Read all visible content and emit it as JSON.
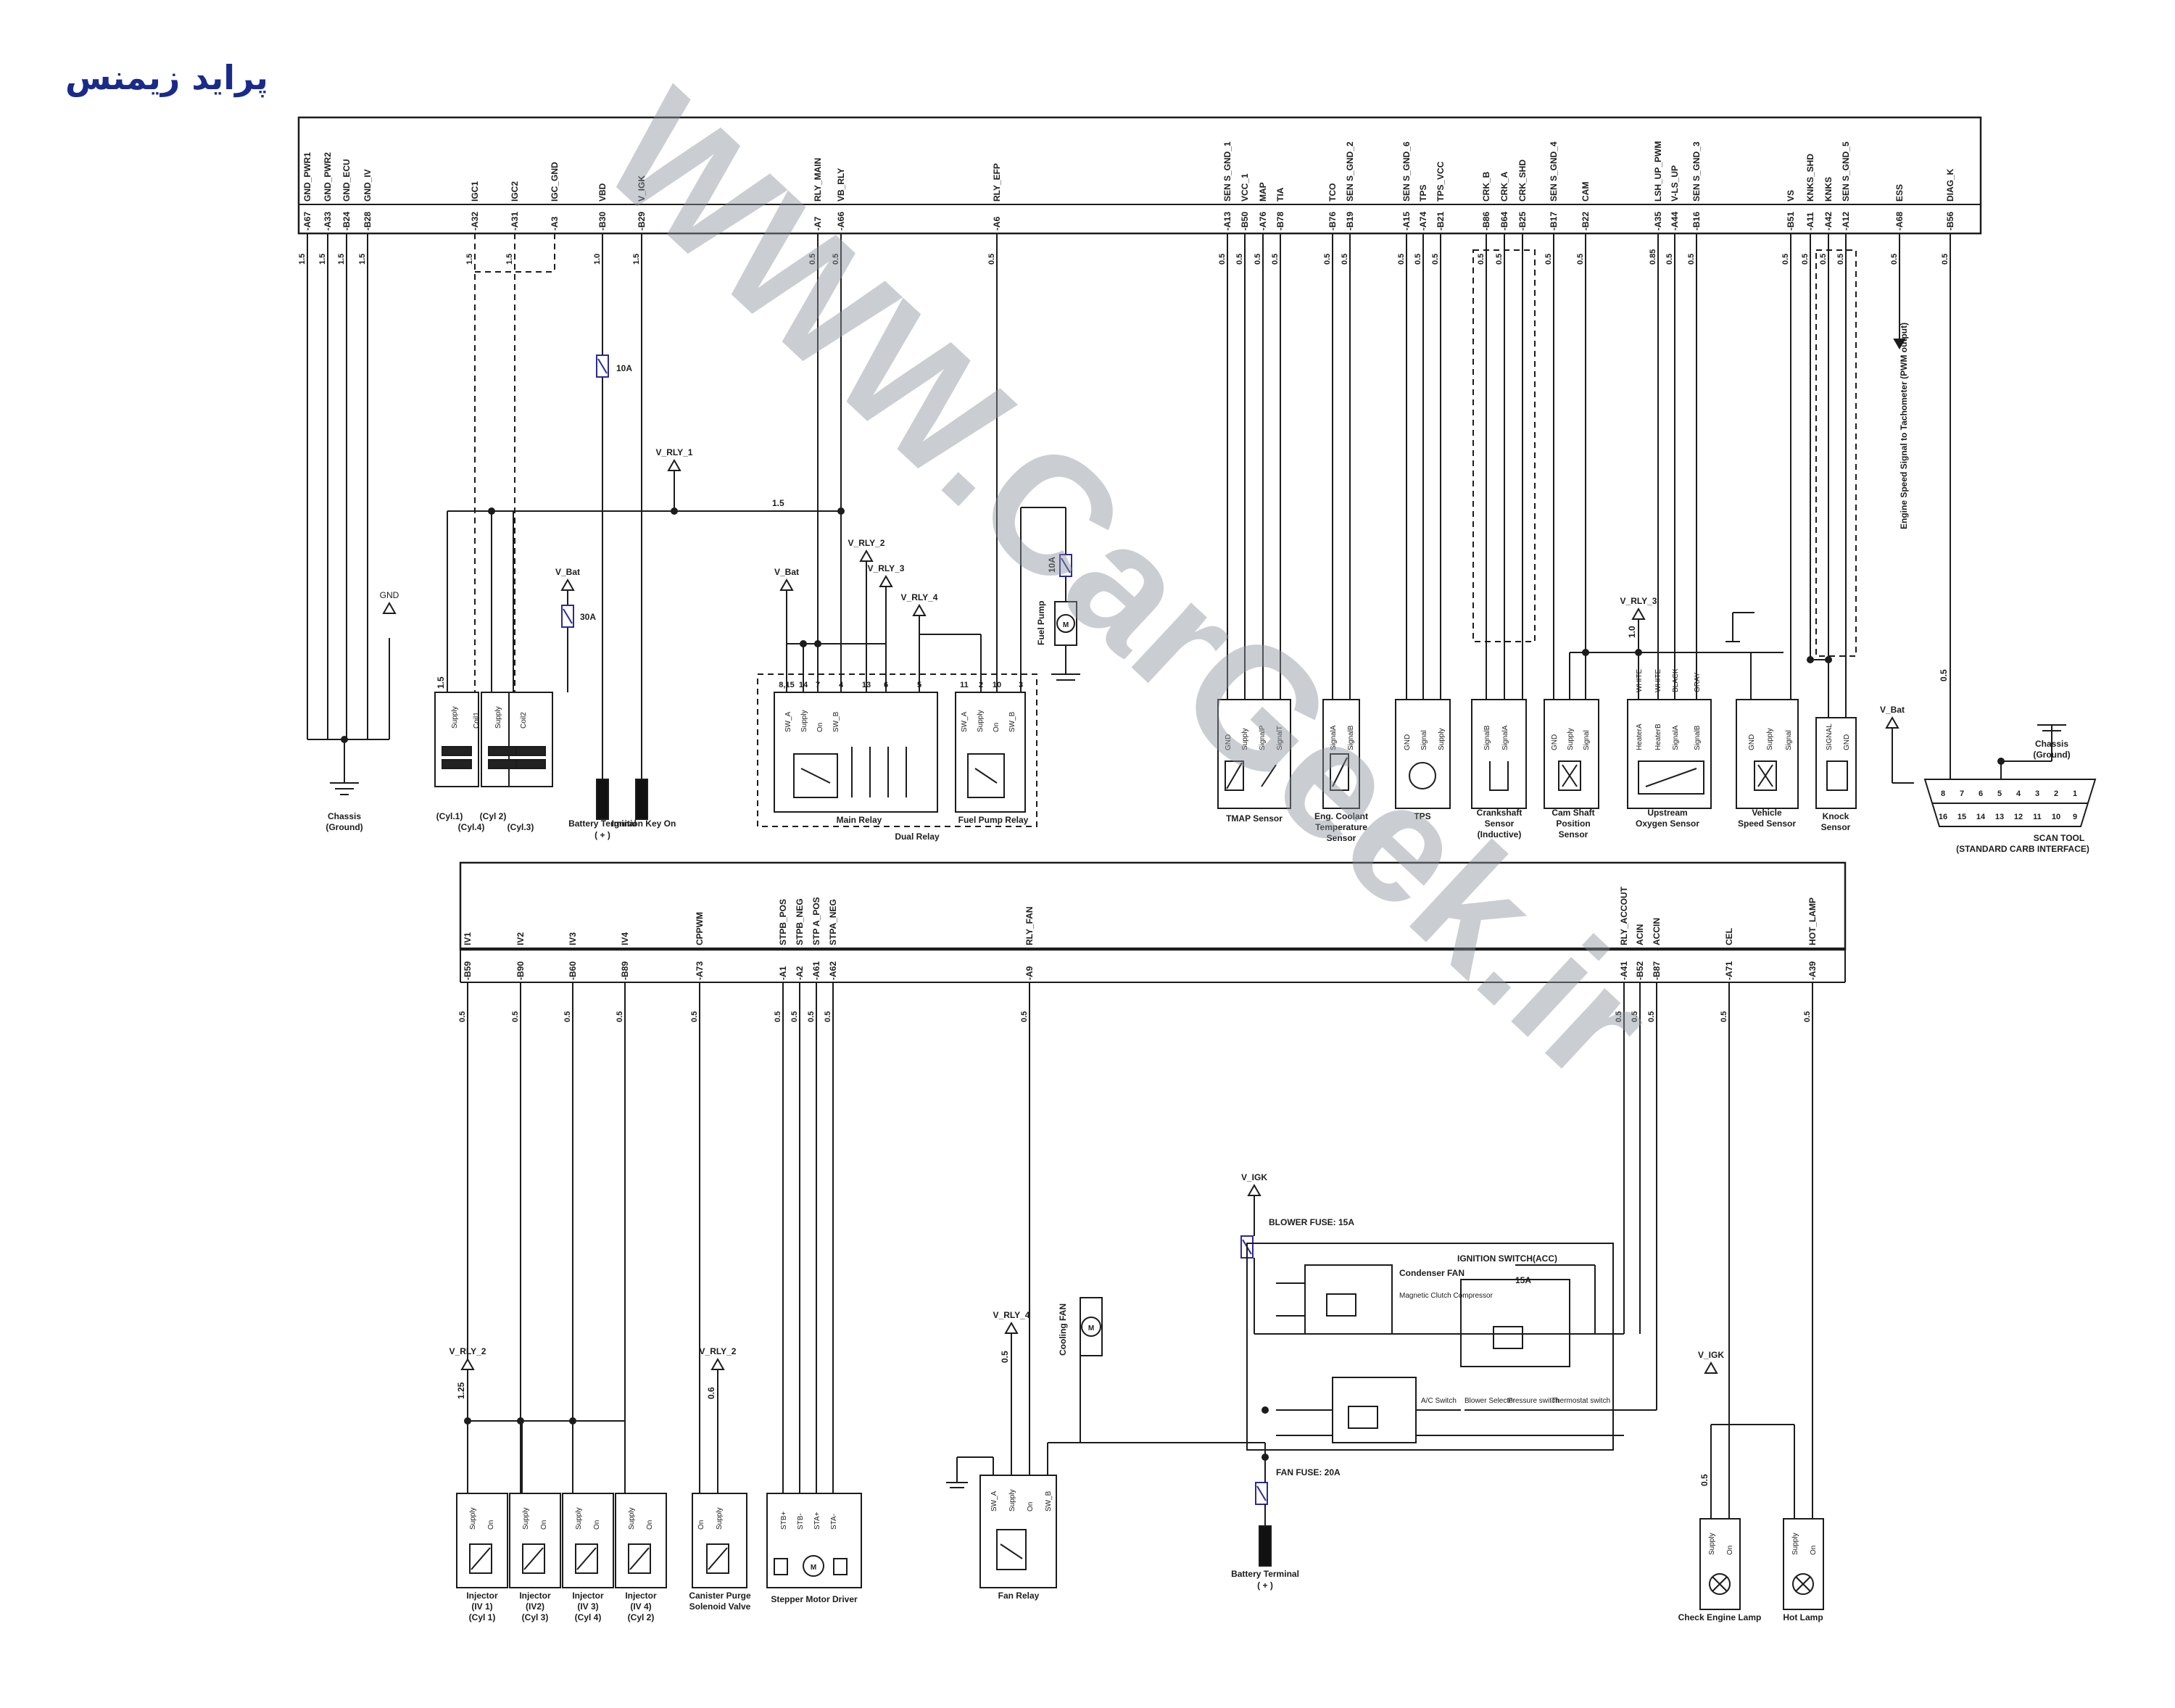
{
  "title": "پراید زیمنس",
  "watermark": "WWW.CarGeek.ir",
  "colors": {
    "line": "#1c1c1c",
    "fuse": "#2a2a9a",
    "title": "#1a2a8a",
    "watermark": "#8a939b"
  },
  "top_pins": [
    {
      "name": "GND_PWR1",
      "pin": "A67",
      "gauge": "1.5"
    },
    {
      "name": "GND_PWR2",
      "pin": "A33",
      "gauge": "1.5"
    },
    {
      "name": "GND_ECU",
      "pin": "B24",
      "gauge": "1.5"
    },
    {
      "name": "GND_IV",
      "pin": "B28",
      "gauge": "1.5"
    },
    {
      "name": "IGC1",
      "pin": "A32",
      "gauge": "1.5"
    },
    {
      "name": "IGC2",
      "pin": "A31",
      "gauge": "1.5"
    },
    {
      "name": "IGC_GND",
      "pin": "A3",
      "gauge": ""
    },
    {
      "name": "VBD",
      "pin": "B30",
      "gauge": "1.0"
    },
    {
      "name": "V_IGK",
      "pin": "B29",
      "gauge": "1.5"
    },
    {
      "name": "RLY_MAIN",
      "pin": "A7",
      "gauge": "0.5"
    },
    {
      "name": "VB_RLY",
      "pin": "A66",
      "gauge": "0.5"
    },
    {
      "name": "RLY_EFP",
      "pin": "A6",
      "gauge": "0.5"
    },
    {
      "name": "SEN S_GND_1",
      "pin": "A13",
      "gauge": "0.5"
    },
    {
      "name": "VCC_1",
      "pin": "B50",
      "gauge": "0.5"
    },
    {
      "name": "MAP",
      "pin": "A76",
      "gauge": "0.5"
    },
    {
      "name": "TIA",
      "pin": "B78",
      "gauge": "0.5"
    },
    {
      "name": "TCO",
      "pin": "B76",
      "gauge": "0.5"
    },
    {
      "name": "SEN S_GND_2",
      "pin": "B19",
      "gauge": "0.5"
    },
    {
      "name": "SEN S_GND_6",
      "pin": "A15",
      "gauge": "0.5"
    },
    {
      "name": "TPS",
      "pin": "A74",
      "gauge": "0.5"
    },
    {
      "name": "TPS_VCC",
      "pin": "B21",
      "gauge": "0.5"
    },
    {
      "name": "CRK_B",
      "pin": "B86",
      "gauge": "0.5"
    },
    {
      "name": "CRK_A",
      "pin": "B64",
      "gauge": "0.5"
    },
    {
      "name": "CRK_SHD",
      "pin": "B25",
      "gauge": ""
    },
    {
      "name": "SEN S_GND_4",
      "pin": "B17",
      "gauge": "0.5"
    },
    {
      "name": "CAM",
      "pin": "B22",
      "gauge": "0.5"
    },
    {
      "name": "LSH_UP_PWM",
      "pin": "A35",
      "gauge": "0.85"
    },
    {
      "name": "V-LS_UP",
      "pin": "A44",
      "gauge": "0.5"
    },
    {
      "name": "SEN S_GND_3",
      "pin": "B16",
      "gauge": "0.5"
    },
    {
      "name": "VS",
      "pin": "B51",
      "gauge": "0.5"
    },
    {
      "name": "KNKS_SHD",
      "pin": "A11",
      "gauge": "0.5"
    },
    {
      "name": "KNKS",
      "pin": "A42",
      "gauge": "0.5"
    },
    {
      "name": "SEN S_GND_5",
      "pin": "A12",
      "gauge": "0.5"
    },
    {
      "name": "ESS",
      "pin": "A68",
      "gauge": "0.5"
    },
    {
      "name": "DIAG_K",
      "pin": "B56",
      "gauge": "0.5"
    }
  ],
  "bottom_pins": [
    {
      "name": "IV1",
      "pin": "B59",
      "gauge": "0.5"
    },
    {
      "name": "IV2",
      "pin": "B90",
      "gauge": "0.5"
    },
    {
      "name": "IV3",
      "pin": "B60",
      "gauge": "0.5"
    },
    {
      "name": "IV4",
      "pin": "B89",
      "gauge": "0.5"
    },
    {
      "name": "CPPWM",
      "pin": "A73",
      "gauge": "0.5"
    },
    {
      "name": "STPB_POS",
      "pin": "A1",
      "gauge": "0.5"
    },
    {
      "name": "STPB_NEG",
      "pin": "A2",
      "gauge": "0.5"
    },
    {
      "name": "STP A_POS",
      "pin": "A61",
      "gauge": "0.5"
    },
    {
      "name": "STPA_NEG",
      "pin": "A62",
      "gauge": "0.5"
    },
    {
      "name": "RLY_FAN",
      "pin": "A9",
      "gauge": "0.5"
    },
    {
      "name": "RLY_ACCOUT",
      "pin": "A41",
      "gauge": "0.5"
    },
    {
      "name": "ACIN",
      "pin": "B52",
      "gauge": "0.5"
    },
    {
      "name": "ACCIN",
      "pin": "B87",
      "gauge": "0.5"
    },
    {
      "name": "CEL",
      "pin": "A71",
      "gauge": "0.5"
    },
    {
      "name": "HOT_LAMP",
      "pin": "A39",
      "gauge": "0.5"
    }
  ],
  "labels": {
    "gnd": "GND",
    "chassis": "Chassis",
    "ground": "(Ground)",
    "chassis_ground": "Chassis (Ground)",
    "v_rly_1": "V_RLY_1",
    "v_rly_2": "V_RLY_2",
    "v_rly_3": "V_RLY_3",
    "v_rly_4": "V_RLY_4",
    "v_bat": "V_Bat",
    "v_igk": "V_IGK",
    "fuse_10a": "10A",
    "fuse_30a": "30A",
    "gauge_15": "1.5",
    "gauge_125": "1.25",
    "gauge_06": "0.6",
    "gauge_05": "0.5",
    "gauge_10": "1.0",
    "battery_terminal": "Battery Terminal",
    "plus": "( + )",
    "ignition_key_on": "Ignition Key On",
    "cyl1": "(Cyl.1)",
    "cyl2": "(Cyl 2)",
    "cyl3": "(Cyl.3)",
    "cyl4": "(Cyl.4)",
    "coil1": "Coil1",
    "coil2": "Coil2",
    "supply": "Supply",
    "on": "On",
    "sw_a": "SW_A",
    "sw_b": "SW_B",
    "main_relay": "Main Relay",
    "fuel_pump_relay": "Fuel Pump Relay",
    "dual_relay": "Dual Relay",
    "fuel_pump": "Fuel Pump",
    "tmap_sensor": "TMAP Sensor",
    "eng_coolant": "Eng. Coolant",
    "temperature": "Temperature",
    "sensor": "Sensor",
    "tps": "TPS",
    "crankshaft": "Crankshaft",
    "inductive": "(Inductive)",
    "cam_shaft": "Cam Shaft",
    "position": "Position",
    "upstream": "Upstream",
    "oxygen_sensor": "Oxygen Sensor",
    "vehicle": "Vehicle",
    "speed_sensor": "Speed  Sensor",
    "knock": "Knock",
    "scan_tool": "SCAN TOOL",
    "standard_carb": "(STANDARD CARB INTERFACE)",
    "engine_speed": "Engine Speed Signal to Tachometer (PWM output)",
    "gnd_s": "GND",
    "signal": "Signal",
    "signala": "SignalA",
    "signalb": "SignalB",
    "signal_t": "SignalT",
    "signal_p": "SignalP",
    "heatera": "HeaterA",
    "heaterb": "HeaterB",
    "white": "WHITE",
    "black": "BLACK",
    "gray": "GRAY",
    "signal_caps": "SIGNAL",
    "injector": "Injector",
    "iv1": "(IV 1)",
    "iv2": "(IV2)",
    "iv3": "(IV 3)",
    "iv4": "(IV 4)",
    "c1": "(Cyl 1)",
    "c3": "(Cyl 3)",
    "c4": "(Cyl 4)",
    "c2": "(Cyl 2)",
    "canister": "Canister Purge",
    "solenoid": "Solenoid Valve",
    "stepper": "Stepper Motor Driver",
    "stb_p": "STB+",
    "stb_n": "STB-",
    "sta_p": "STA+",
    "sta_n": "STA-",
    "fan_relay": "Fan Relay",
    "cooling_fan": "Cooling FAN",
    "blower_fuse": "BLOWER FUSE: 15A",
    "fan_fuse": "FAN  FUSE: 20A",
    "condenser": "Condenser FAN",
    "magnet_clutch": "Magnetic Clutch Compressor",
    "ignition_switch": "IGNITION SWITCH(ACC)",
    "fuse_15a": "15A",
    "ac_switch": "A/C Switch",
    "blower_selector": "Blower Selector",
    "pressure_switch": "Pressure switch",
    "thermostat_switch": "Thermostat switch",
    "check_engine": "Check Engine Lamp",
    "hot_lamp": "Hot Lamp",
    "scan_pins_top": [
      "8",
      "7",
      "6",
      "5",
      "4",
      "3",
      "2",
      "1"
    ],
    "scan_pins_bot": [
      "16",
      "15",
      "14",
      "13",
      "12",
      "11",
      "10",
      "9"
    ],
    "main_relay_pins": [
      "8,15",
      "14",
      "7",
      "4",
      "13",
      "6",
      "5"
    ],
    "fp_relay_pins": [
      "11",
      "2",
      "10",
      "3"
    ],
    "c_one": "1",
    "c_two": "2",
    "c_three": "3",
    "c_four": "4"
  }
}
